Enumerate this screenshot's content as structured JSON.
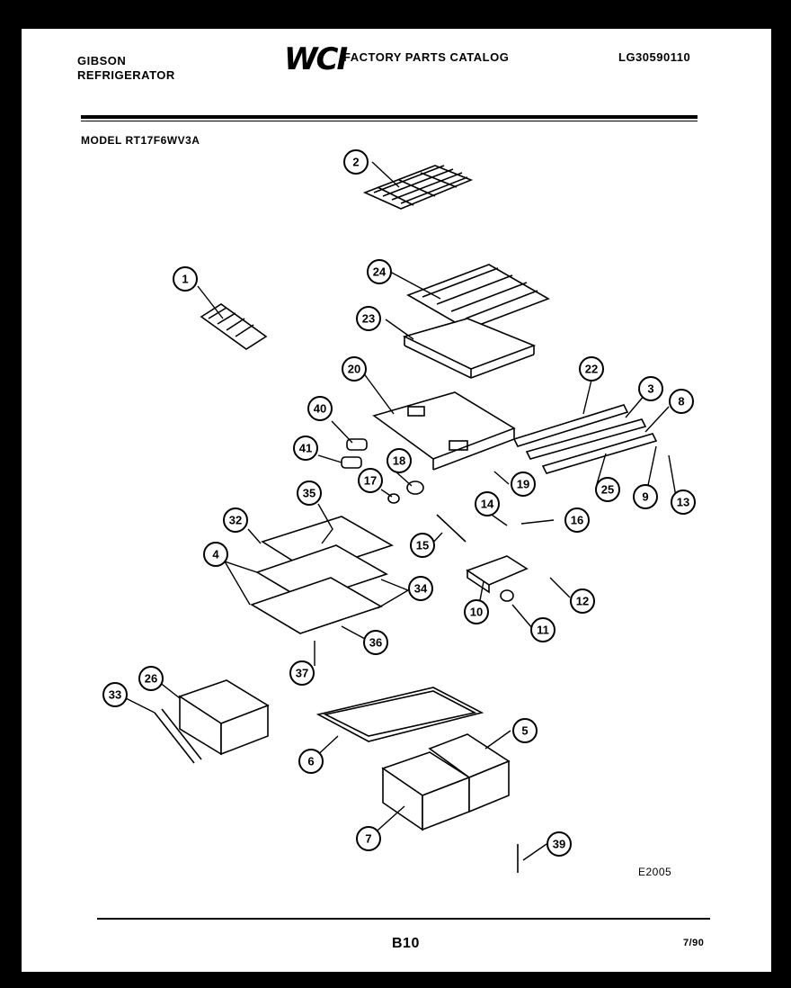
{
  "header": {
    "brand_line1": "GIBSON",
    "brand_line2": "REFRIGERATOR",
    "logo": "WCI",
    "catalog_title": "FACTORY PARTS CATALOG",
    "catalog_number": "LG30590110"
  },
  "model_line": "MODEL RT17F6WV3A",
  "figure_code": "E2005",
  "footer": {
    "page_number": "B10",
    "date": "7/90"
  },
  "callouts": [
    {
      "id": "c2",
      "label": "2"
    },
    {
      "id": "c1",
      "label": "1"
    },
    {
      "id": "c24",
      "label": "24"
    },
    {
      "id": "c23",
      "label": "23"
    },
    {
      "id": "c20",
      "label": "20"
    },
    {
      "id": "c22",
      "label": "22"
    },
    {
      "id": "c3",
      "label": "3"
    },
    {
      "id": "c8",
      "label": "8"
    },
    {
      "id": "c40",
      "label": "40"
    },
    {
      "id": "c41",
      "label": "41"
    },
    {
      "id": "c18",
      "label": "18"
    },
    {
      "id": "c17",
      "label": "17"
    },
    {
      "id": "c19",
      "label": "19"
    },
    {
      "id": "c25",
      "label": "25"
    },
    {
      "id": "c9",
      "label": "9"
    },
    {
      "id": "c13",
      "label": "13"
    },
    {
      "id": "c35",
      "label": "35"
    },
    {
      "id": "c14",
      "label": "14"
    },
    {
      "id": "c16",
      "label": "16"
    },
    {
      "id": "c32",
      "label": "32"
    },
    {
      "id": "c15",
      "label": "15"
    },
    {
      "id": "c4",
      "label": "4"
    },
    {
      "id": "c34",
      "label": "34"
    },
    {
      "id": "c12",
      "label": "12"
    },
    {
      "id": "c10",
      "label": "10"
    },
    {
      "id": "c11",
      "label": "11"
    },
    {
      "id": "c36",
      "label": "36"
    },
    {
      "id": "c37",
      "label": "37"
    },
    {
      "id": "c26",
      "label": "26"
    },
    {
      "id": "c33",
      "label": "33"
    },
    {
      "id": "c5",
      "label": "5"
    },
    {
      "id": "c6",
      "label": "6"
    },
    {
      "id": "c7",
      "label": "7"
    },
    {
      "id": "c39",
      "label": "39"
    }
  ]
}
